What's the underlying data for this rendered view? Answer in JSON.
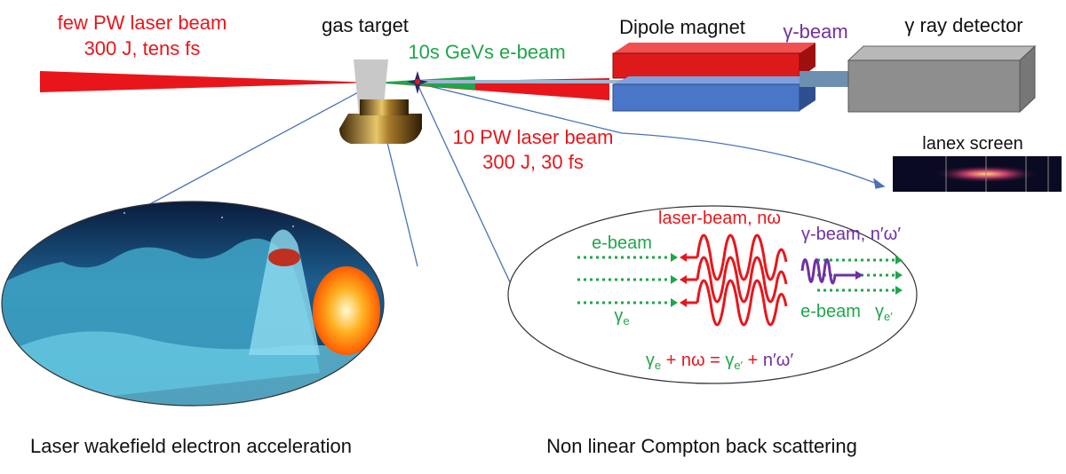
{
  "labels": {
    "few_pw_line1": "few PW laser beam",
    "few_pw_line2": "300 J, tens fs",
    "gas_target": "gas target",
    "ebeam_top": "10s GeVs e-beam",
    "dipole": "Dipole magnet",
    "gamma_beam": "γ-beam",
    "gamma_detector": "γ ray detector",
    "lanex": "lanex screen",
    "ten_pw_line1": "10 PW laser beam",
    "ten_pw_line2": "300 J, 30 fs"
  },
  "compton": {
    "laser": "laser-beam, nω",
    "gamma": "γ-beam, n′ω′",
    "ebeam_in": "e-beam",
    "gamma_e": "γ",
    "gamma_e_sub": "e",
    "ebeam_out": "e-beam",
    "gamma_e_prime": "γ",
    "gamma_e_prime_sub": "e′",
    "eq_gamma": "γ",
    "eq_sub": "e",
    "eq_plus_nw": " + nω = ",
    "eq_gamma2": "γ",
    "eq_sub2": "e′",
    "eq_plus": " + ",
    "eq_nw": "n′ω′"
  },
  "captions": {
    "left": "Laser wakefield electron acceleration",
    "right": "Non linear Compton back scattering"
  },
  "colors": {
    "laser": "#e8161b",
    "electron": "#1fa64a",
    "gamma": "#7030a0",
    "link": "#4a72b8"
  }
}
